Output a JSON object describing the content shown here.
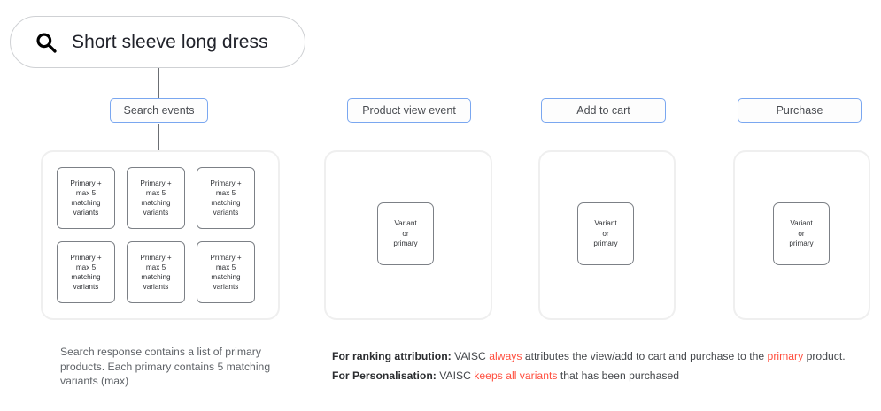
{
  "search": {
    "query": "Short sleeve long dress",
    "icon": "search-icon"
  },
  "events": [
    {
      "id": "search",
      "label": "Search events"
    },
    {
      "id": "view",
      "label": "Product view event"
    },
    {
      "id": "cart",
      "label": "Add to cart"
    },
    {
      "id": "purchase",
      "label": "Purchase"
    }
  ],
  "primary_card": {
    "line1": "Primary +",
    "line2": "max 5",
    "line3": "matching",
    "line4": "variants"
  },
  "variant_card": {
    "line1": "Variant",
    "line2": "or",
    "line3": "primary"
  },
  "caption_left": "Search response contains a list of primary products. Each primary contains 5 matching variants (max)",
  "notes": {
    "ranking": {
      "label": "For ranking attribution:",
      "part1": " VAISC ",
      "highlight1": "always",
      "part2": " attributes the view/add to cart and purchase to the ",
      "highlight2": "primary",
      "part3": " product."
    },
    "personalisation": {
      "label": "For Personalisation:",
      "part1": " VAISC ",
      "highlight1": "keeps all variants",
      "part2": " that has been purchased"
    }
  },
  "colors": {
    "pill_border": "#7aa7f0",
    "panel_border": "#efefef",
    "card_border": "#7c8086",
    "highlight_red": "#ff4f3f",
    "text": "#3c4043",
    "caption": "#5f6368"
  }
}
